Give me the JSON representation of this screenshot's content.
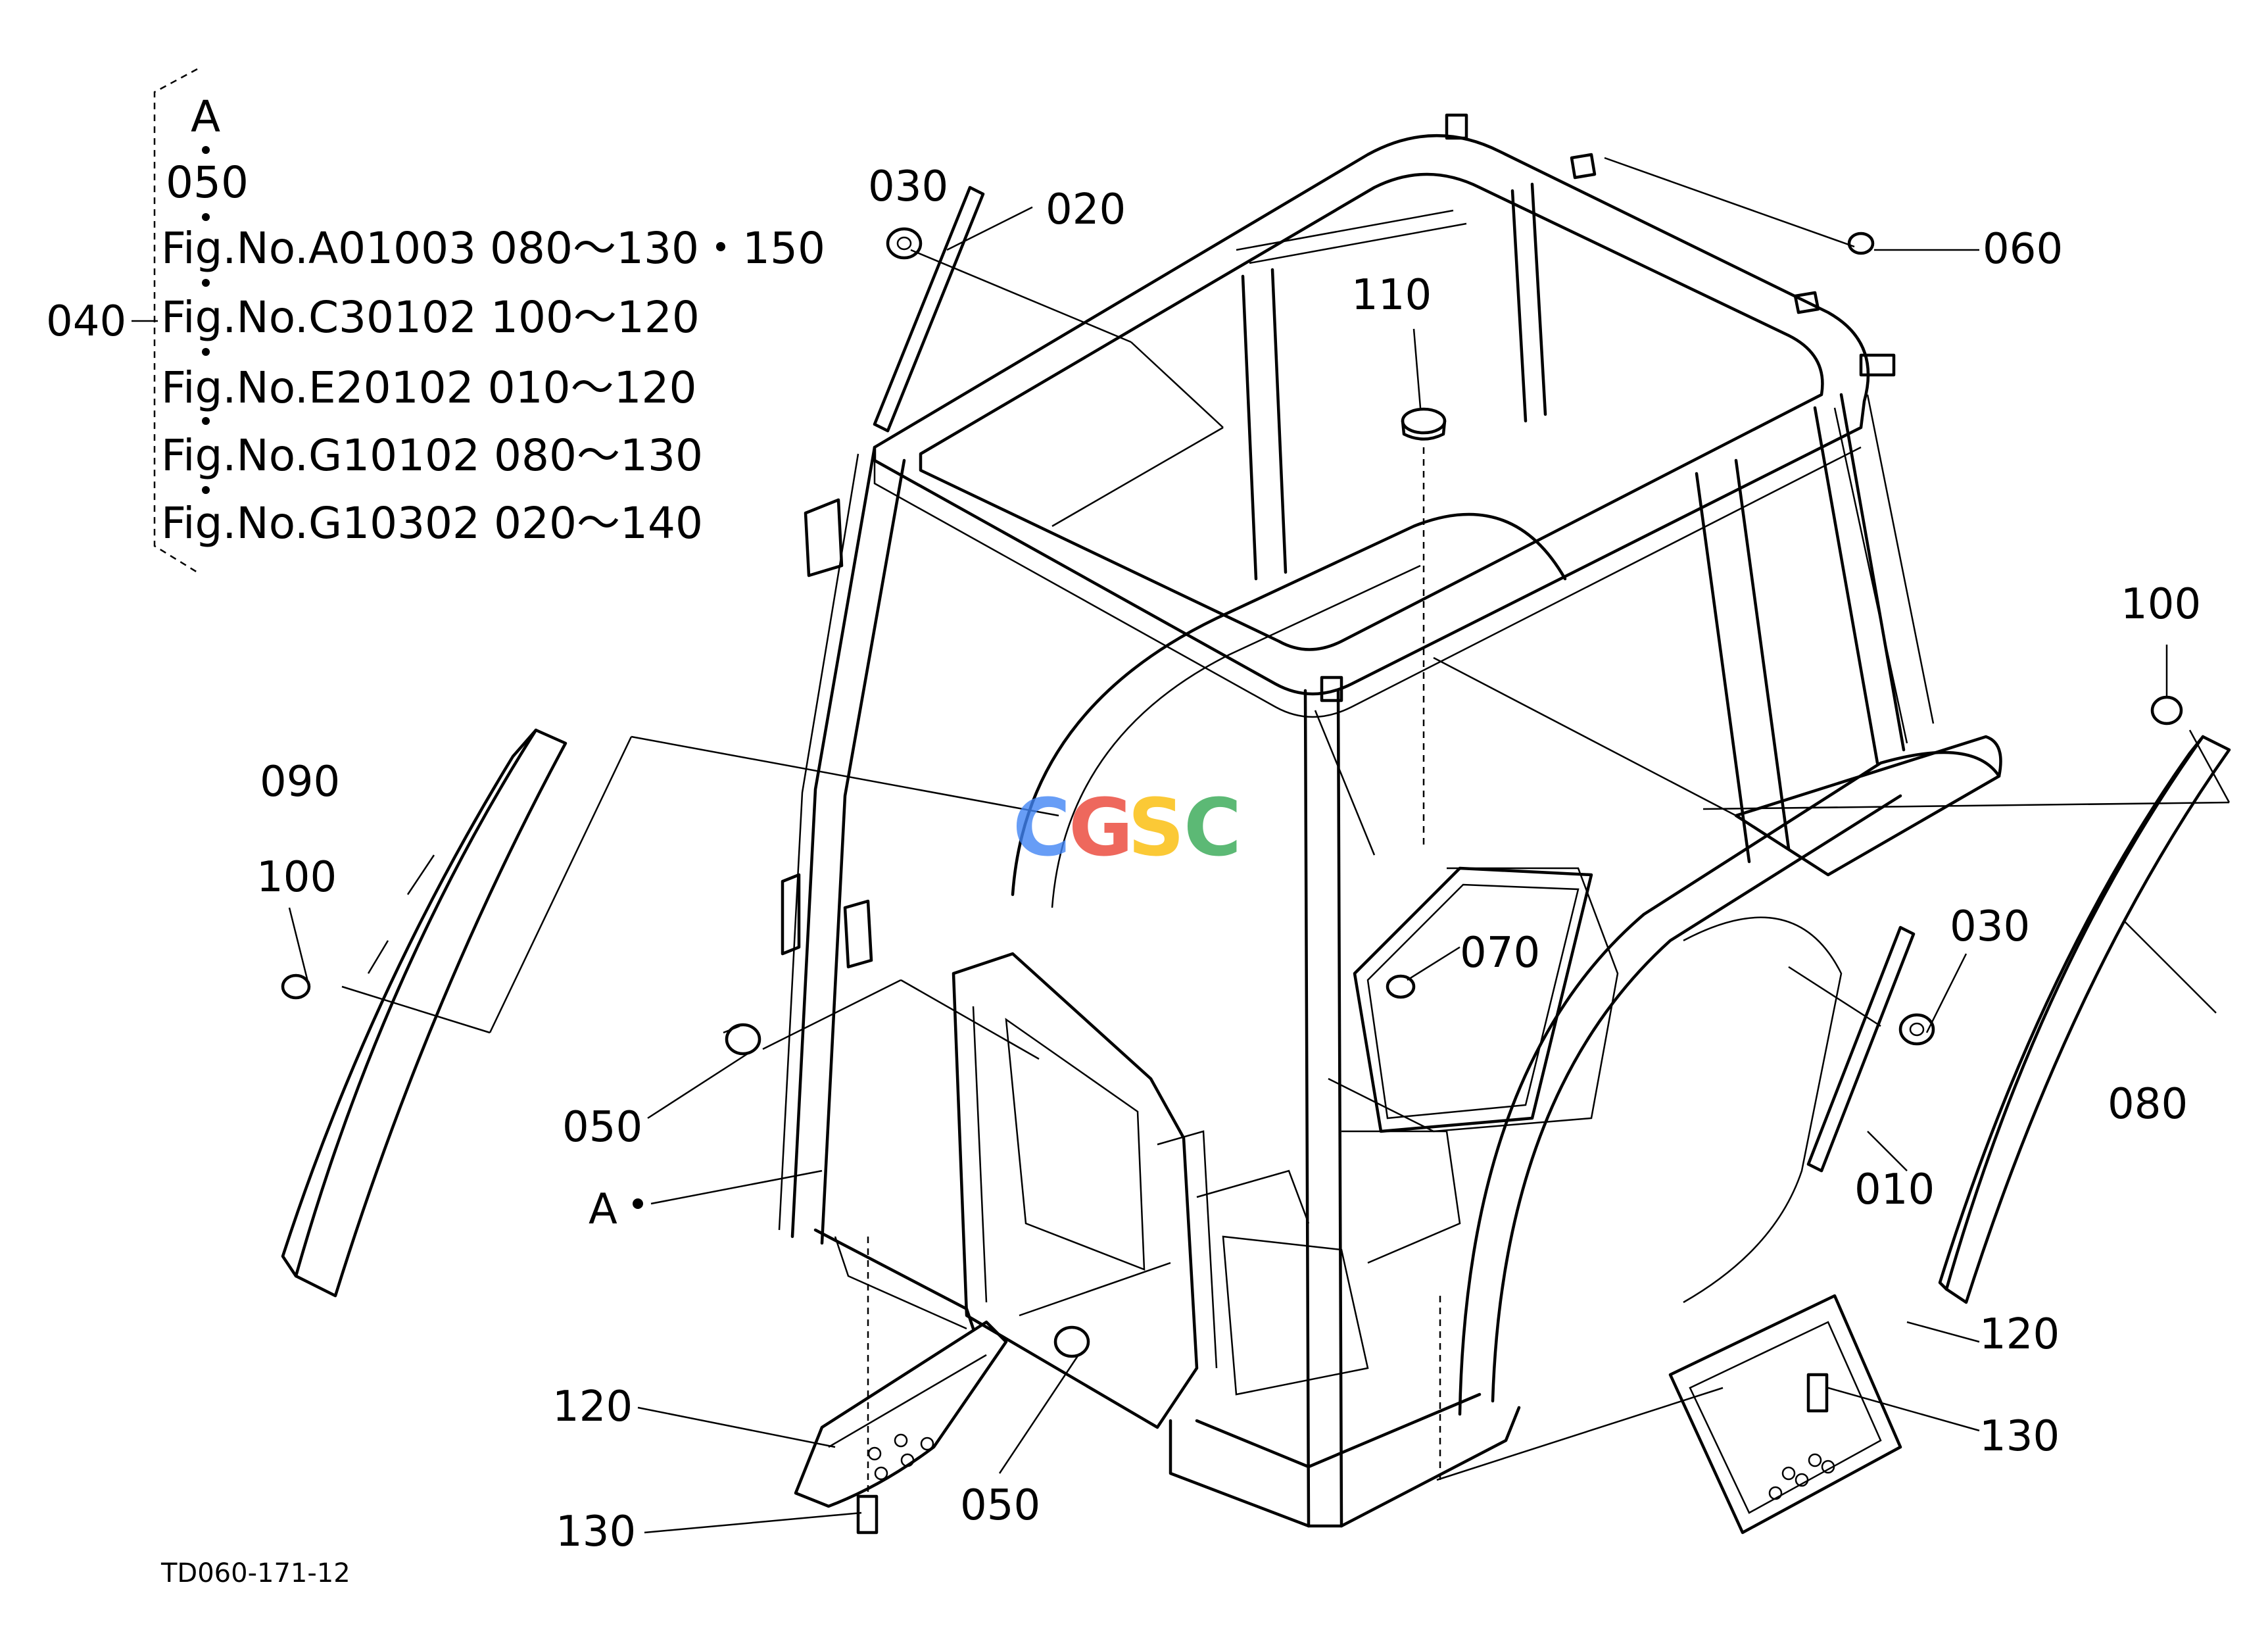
{
  "callouts": {
    "p010": "010",
    "p020": "020",
    "p030a": "030",
    "p030b": "030",
    "p040": "040",
    "p050a": "050",
    "p050b": "050",
    "p060": "060",
    "p070": "070",
    "p080": "080",
    "p090": "090",
    "p100a": "100",
    "p100b": "100",
    "p110": "110",
    "p120a": "120",
    "p120b": "120",
    "p130a": "130",
    "p130b": "130",
    "ref_a": "A"
  },
  "reference_list": {
    "header": "A",
    "sub": "050",
    "lines": [
      "Fig.No.A01003  080～130・150",
      "Fig.No.C30102  100～120",
      "Fig.No.E20102  010～120",
      "Fig.No.G10102  080～130",
      "Fig.No.G10302  020～140"
    ]
  },
  "drawing_code": "TD060-171-12",
  "watermark": {
    "letters": [
      "C",
      "G",
      "S",
      "C"
    ],
    "colors": [
      "#4285f4",
      "#ea4335",
      "#fbbc05",
      "#34a853"
    ]
  }
}
